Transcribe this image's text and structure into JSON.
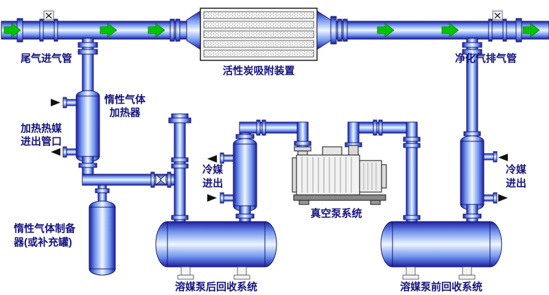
{
  "diagram": {
    "labels": {
      "tail_gas_inlet": "尾气进气管",
      "carbon_adsorber": "活性炭吸附装置",
      "purified_gas_outlet": "净化气排气管",
      "heater_line1": "惰性气体",
      "heater_line2": "加热器",
      "heating_medium_line1": "加热热媒",
      "heating_medium_line2": "进出管口",
      "inert_generator_line1": "惰性气体制备",
      "inert_generator_line2": "器(或补充罐)",
      "coolant_left_line1": "冷媒",
      "coolant_left_line2": "进出",
      "vacuum_pump": "真空泵系统",
      "coolant_right_line1": "冷媒",
      "coolant_right_line2": "进出",
      "tank_after_pump": "溶媒泵后回收系统",
      "tank_before_pump": "溶媒泵前回收系统"
    },
    "colors": {
      "pipe_dark": "#1d1d9e",
      "pipe_mid": "#6f93ee",
      "pipe_light": "#eef6ff",
      "flow_arrow": "#00c400",
      "label": "#14147e"
    },
    "flow_direction": "left-to-right"
  }
}
